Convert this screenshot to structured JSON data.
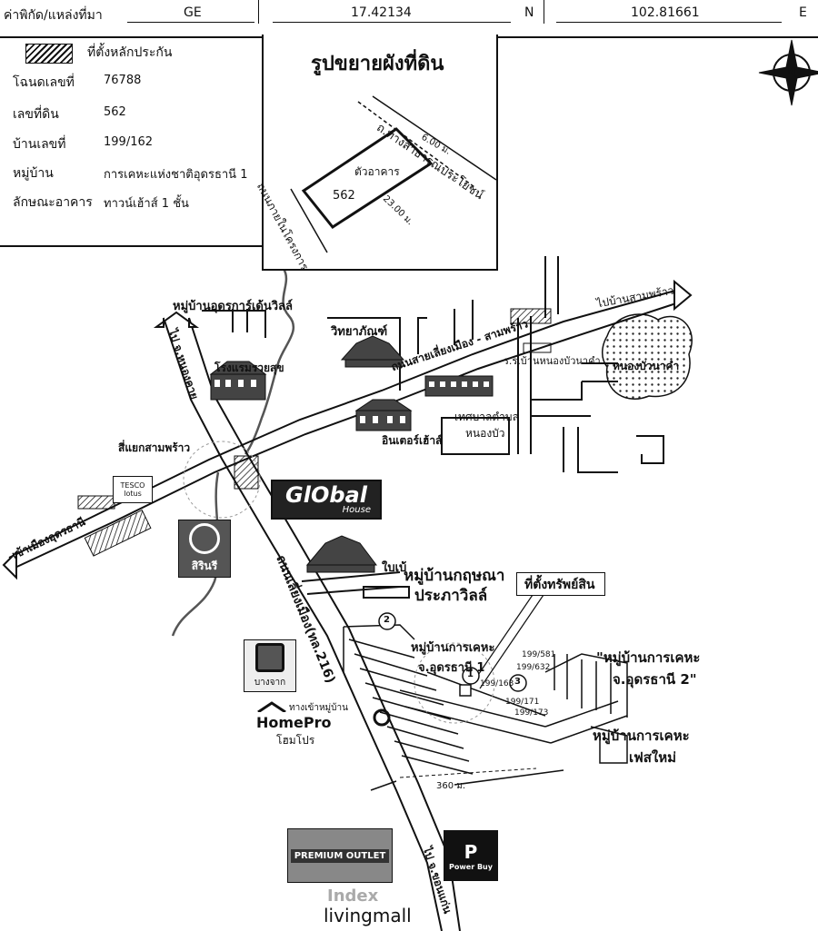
{
  "header": {
    "coord_label": "ค่าพิกัด/แหล่งที่มา",
    "source": "GE",
    "lat": "17.42134",
    "lat_dir": "N",
    "lon": "102.81661",
    "lon_dir": "E"
  },
  "info": {
    "legend_label": "ที่ตั้งหลักประกัน",
    "rows": [
      {
        "label": "โฉนดเลขที่",
        "value": "76788"
      },
      {
        "label": "เลขที่ดิน",
        "value": "562"
      },
      {
        "label": "บ้านเลขที่",
        "value": "199/162"
      },
      {
        "label": "หมู่บ้าน",
        "value": "การเคหะแห่งชาติอุดรธานี 1"
      },
      {
        "label": "ลักษณะอาคาร",
        "value": "ทาวน์เฮ้าส์ 1 ชั้น"
      }
    ]
  },
  "plot": {
    "title": "รูปขยายผังที่ดิน",
    "road_top": "ถ.ทางสาธารณประโยชน์",
    "road_left": "ถนนภายในโครงการ",
    "building": "ตัวอาคาร",
    "lot_no": "562",
    "width_dim": "6.00 ม.",
    "length_dim": "23.00 ม."
  },
  "compass": {
    "letter": "N"
  },
  "map": {
    "labels": {
      "to_samphrao": "ไปบ้านสามพร้าว",
      "village_udon_villa": "หมู่บ้านอุดรการ์เด้นวิลล์",
      "to_nong_khai": "ไป จ.หนองคาย",
      "wittayaphan": "วิทยาภัณฑ์",
      "hotel": "โรงแรมรวยสุข",
      "road_lieng_muang": "ถนนสายเลี่ยงเมือง - สามพร้าว",
      "school": "ร.ร.บ้านหนองบัวนาคำ",
      "lake": "หนองบัวนาคำ",
      "municipality_1": "เทศบาลตำบล",
      "municipality_2": "หนองบัว",
      "intersection": "สี่แยกสามพร้าว",
      "inter_house": "อินเตอร์เฮ้าส์",
      "to_udon": "เข้าเมืองอุดรธานี",
      "baan_bay": "ใบเบ้",
      "village_krisana_1": "หมู่บ้านกฤษณา",
      "village_krisana_2": "ประภาวิลล์",
      "property": "ที่ตั้งทรัพย์สิน",
      "road_216": "ถนนเลี่ยงเมือง(ทล.216)",
      "keha1_a": "หมู่บ้านการเคหะ",
      "keha1_b": "จ.อุดรธานี 1",
      "keha2_a": "\"หมู่บ้านการเคหะ",
      "keha2_b": "จ.อุดรธานี 2\"",
      "keha_new_a": "หมู่บ้านการเคหะ",
      "keha_new_b": "เฟสใหม่",
      "entrance": "ทางเข้าหมู่บ้าน",
      "to_bangkok": "ไป จ.ขอนแก่น",
      "dist": "360 ม.",
      "marker1": "1",
      "marker2": "2",
      "marker3": "3",
      "h_581": "199/581",
      "h_632": "199/632",
      "h_163": "199/163",
      "h_171": "199/171",
      "h_173": "199/173"
    },
    "logos": {
      "tesco": "TESCO lotus",
      "global_1": "GlObal",
      "global_2": "House",
      "sirin": "สิรินรี",
      "bangchak": "บางจาก",
      "homepro_en": "HomePro",
      "homepro_th": "โฮมโปร",
      "premium": "PREMIUM OUTLET",
      "powerbuy": "Power Buy",
      "index": "Index",
      "livingmall": "livingmall"
    }
  },
  "colors": {
    "ink": "#111111",
    "lake": "#bdbdbd",
    "global_bg": "#222222"
  }
}
